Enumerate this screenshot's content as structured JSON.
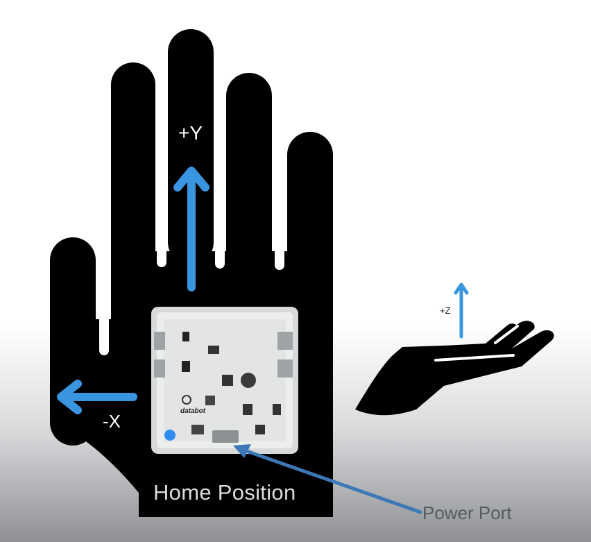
{
  "axes": {
    "y_label": "+Y",
    "x_label": "-X",
    "z_label": "+Z"
  },
  "labels": {
    "home_position": "Home Position",
    "power_port": "Power Port",
    "board_logo": "databot"
  },
  "colors": {
    "hand": "#000000",
    "arrow": "#3a95e0",
    "pointer": "#3d78b6",
    "board_led": "#2f8cf0"
  },
  "icons": [
    "open-hand-icon",
    "flat-hand-icon",
    "databot-board-icon"
  ]
}
